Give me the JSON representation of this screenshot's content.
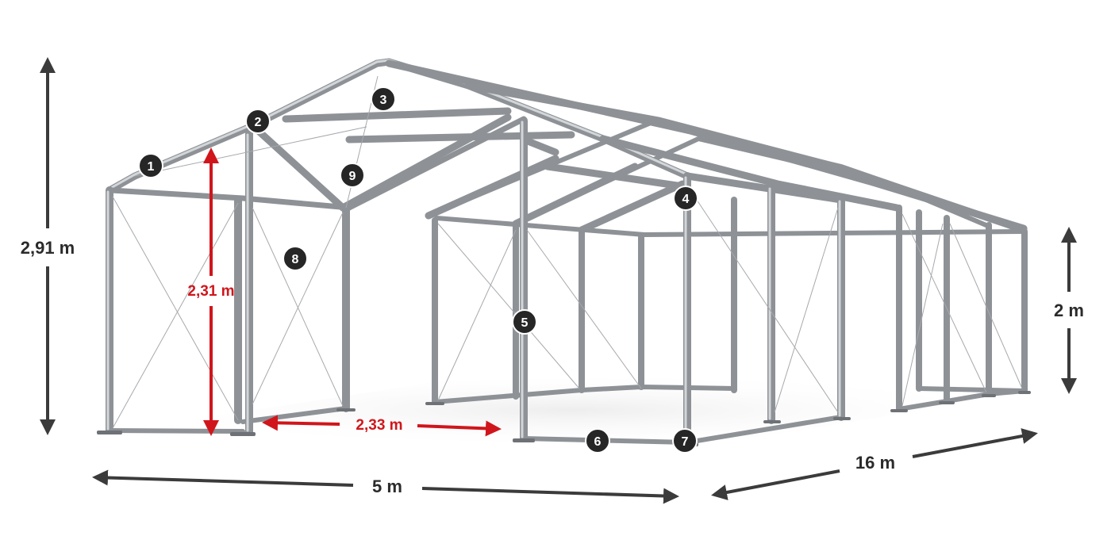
{
  "dimensions": {
    "total_height": "2,91 m",
    "side_height": "2 m",
    "inner_height": "2,31 m",
    "bay_spacing": "2,33 m",
    "width": "5 m",
    "length": "16 m"
  },
  "callouts": [
    "1",
    "2",
    "3",
    "4",
    "5",
    "6",
    "7",
    "8",
    "9"
  ],
  "colors": {
    "frame": "#8e9296",
    "frame_highlight": "#d3d6d9",
    "dimension_dark": "#3b3b3b",
    "dimension_red": "#d0161c",
    "badge": "#262626"
  }
}
